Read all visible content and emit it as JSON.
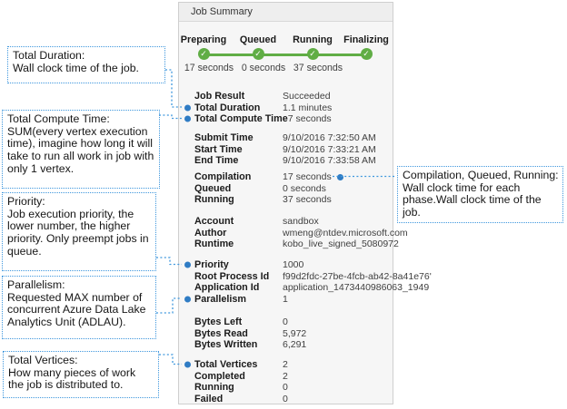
{
  "panel": {
    "title": "Job Summary",
    "stages": [
      {
        "label": "Preparing",
        "time": "17 seconds"
      },
      {
        "label": "Queued",
        "time": "0 seconds"
      },
      {
        "label": "Running",
        "time": "37 seconds"
      },
      {
        "label": "Finalizing",
        "time": ""
      }
    ],
    "groups": [
      {
        "rows": [
          {
            "label": "Job Result",
            "value": "Succeeded"
          },
          {
            "label": "Total Duration",
            "value": "1.1 minutes",
            "dot": true
          },
          {
            "label": "Total Compute Time",
            "value": "7 seconds",
            "dot": true
          }
        ]
      },
      {
        "rows": [
          {
            "label": "Submit Time",
            "value": "9/10/2016 7:32:50 AM"
          },
          {
            "label": "Start Time",
            "value": "9/10/2016 7:33:21 AM"
          },
          {
            "label": "End Time",
            "value": "9/10/2016 7:33:58 AM"
          }
        ]
      },
      {
        "rows": [
          {
            "label": "Compilation",
            "value": "17 seconds",
            "value_dot": true
          },
          {
            "label": "Queued",
            "value": "0 seconds"
          },
          {
            "label": "Running",
            "value": "37 seconds"
          }
        ]
      },
      {
        "rows": [
          {
            "label": "Account",
            "value": "sandbox"
          },
          {
            "label": "Author",
            "value": "wmeng@ntdev.microsoft.com"
          },
          {
            "label": "Runtime",
            "value": "kobo_live_signed_5080972"
          }
        ]
      },
      {
        "rows": [
          {
            "label": "Priority",
            "value": "1000",
            "dot": true
          },
          {
            "label": "Root Process Id",
            "value": "f99d2fdc-27be-4fcb-ab42-8a41e76'"
          },
          {
            "label": "Application Id",
            "value": "application_1473440986063_1949"
          },
          {
            "label": "Parallelism",
            "value": "1",
            "dot": true
          }
        ]
      },
      {
        "rows": [
          {
            "label": "Bytes Left",
            "value": "0"
          },
          {
            "label": "Bytes Read",
            "value": "5,972"
          },
          {
            "label": "Bytes Written",
            "value": "6,291"
          }
        ]
      },
      {
        "rows": [
          {
            "label": "Total Vertices",
            "value": "2",
            "dot": true
          },
          {
            "label": "Completed",
            "value": "2"
          },
          {
            "label": "Running",
            "value": "0"
          },
          {
            "label": "Failed",
            "value": "0"
          }
        ]
      }
    ]
  },
  "callouts": [
    {
      "id": "total-duration",
      "title": "Total Duration:",
      "body": "Wall clock time of the job."
    },
    {
      "id": "total-compute-time",
      "title": "Total Compute Time:",
      "body": "SUM(every vertex execution time), imagine how long it will take to run all work in job with only 1 vertex."
    },
    {
      "id": "priority",
      "title": "Priority:",
      "body": "Job execution priority, the lower number, the higher priority. Only preempt jobs in queue."
    },
    {
      "id": "parallelism",
      "title": "Parallelism:",
      "body": "Requested MAX number of concurrent Azure Data Lake Analytics Unit (ADLAU)."
    },
    {
      "id": "total-vertices",
      "title": "Total Vertices:",
      "body": "How many pieces of work the job is distributed to."
    },
    {
      "id": "compilation",
      "title": "Compilation, Queued, Running:",
      "body": "Wall clock time for each phase.Wall clock time of the job."
    }
  ],
  "icons": {
    "stage_check": "✓"
  },
  "colors": {
    "stage_green": "#60ad45",
    "marker_blue": "#2f7cc4",
    "callout_blue": "#3f97dd",
    "panel_bg": "#f6f6f6"
  }
}
